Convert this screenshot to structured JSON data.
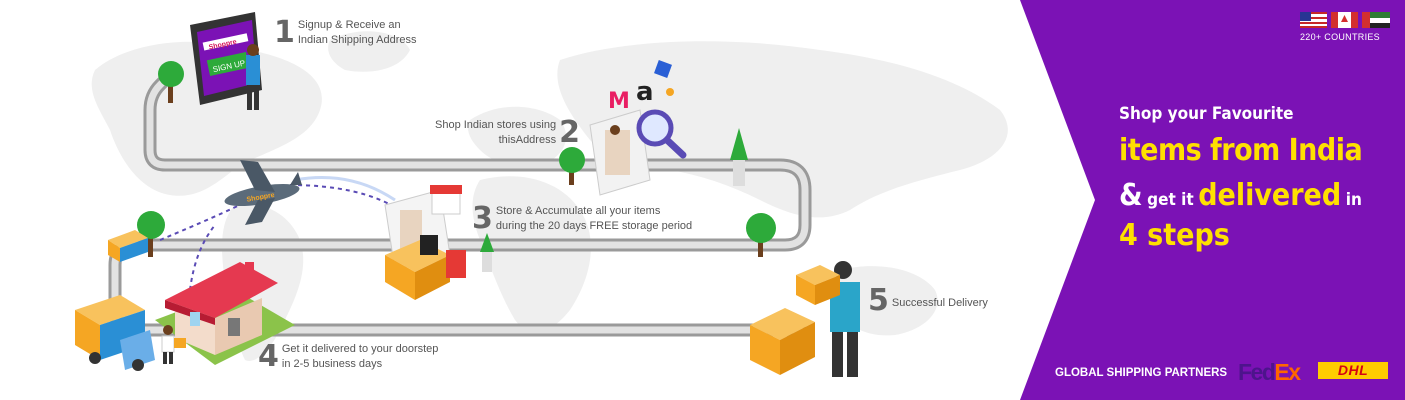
{
  "steps": [
    {
      "number": "1",
      "line1": "Signup & Receive an",
      "line2": "Indian Shipping Address"
    },
    {
      "number": "2",
      "line1": "Shop Indian stores using",
      "line2": "thisAddress"
    },
    {
      "number": "3",
      "line1": "Store & Accumulate all your items",
      "line2": "during the 20 days FREE storage period"
    },
    {
      "number": "4",
      "line1": "Get it delivered to your doorstep",
      "line2": "in 2-5 business days"
    },
    {
      "number": "5",
      "line1": "Successful Delivery",
      "line2": ""
    }
  ],
  "signup_screen": {
    "logo": "Shoppre",
    "button": "SIGN UP"
  },
  "panel": {
    "line1": "Shop your Favourite",
    "line2": "items from India",
    "line3_amp": "&",
    "line3_mid": "get it",
    "line3_big": "delivered",
    "line3_end": "in",
    "line4": "4 steps",
    "countries": "220+ COUNTRIES",
    "partners_label": "GLOBAL SHIPPING PARTNERS",
    "fedex_fed": "Fed",
    "fedex_ex": "Ex",
    "dhl": "DHL"
  },
  "icons": [
    "world-map",
    "road-path",
    "monitor-signup-icon",
    "airplane-icon",
    "truck-icon",
    "house-icon",
    "box-icon",
    "magnifier-icon",
    "tree-icon",
    "store-icon",
    "person-icon",
    "flag-us-icon",
    "flag-ca-icon",
    "flag-ae-icon",
    "fedex-logo",
    "dhl-logo"
  ],
  "colors": {
    "purple": "#7b12b5",
    "yellow": "#ffe000",
    "road": "#9a9a9a",
    "box": "#f5a623",
    "tree": "#2daa3a"
  }
}
